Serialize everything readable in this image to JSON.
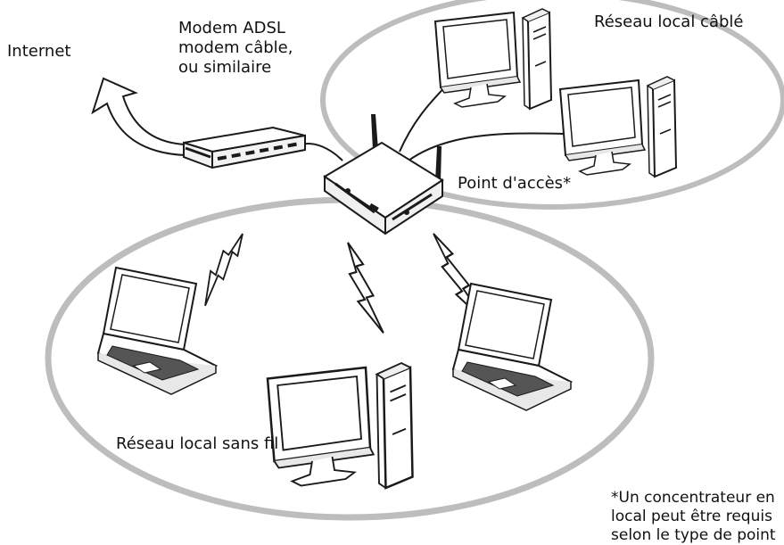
{
  "labels": {
    "internet": "Internet",
    "modem": [
      "Modem ADSL",
      "modem câble,",
      "ou similaire"
    ],
    "wired_lan": "Réseau local câblé",
    "access_point": "Point d'accès*",
    "wireless_lan": "Réseau local sans fil",
    "footnote": [
      "*Un concentrateur en",
      "local peut être requis",
      "selon le type de point"
    ]
  },
  "colors": {
    "ellipse": "#bdbdbd",
    "line": "#1a1a1a",
    "text": "#111111"
  },
  "icons": [
    "internet-arrow-icon",
    "modem-icon",
    "access-point-icon",
    "desktop-computer-icon",
    "laptop-computer-icon",
    "wireless-signal-icon"
  ]
}
